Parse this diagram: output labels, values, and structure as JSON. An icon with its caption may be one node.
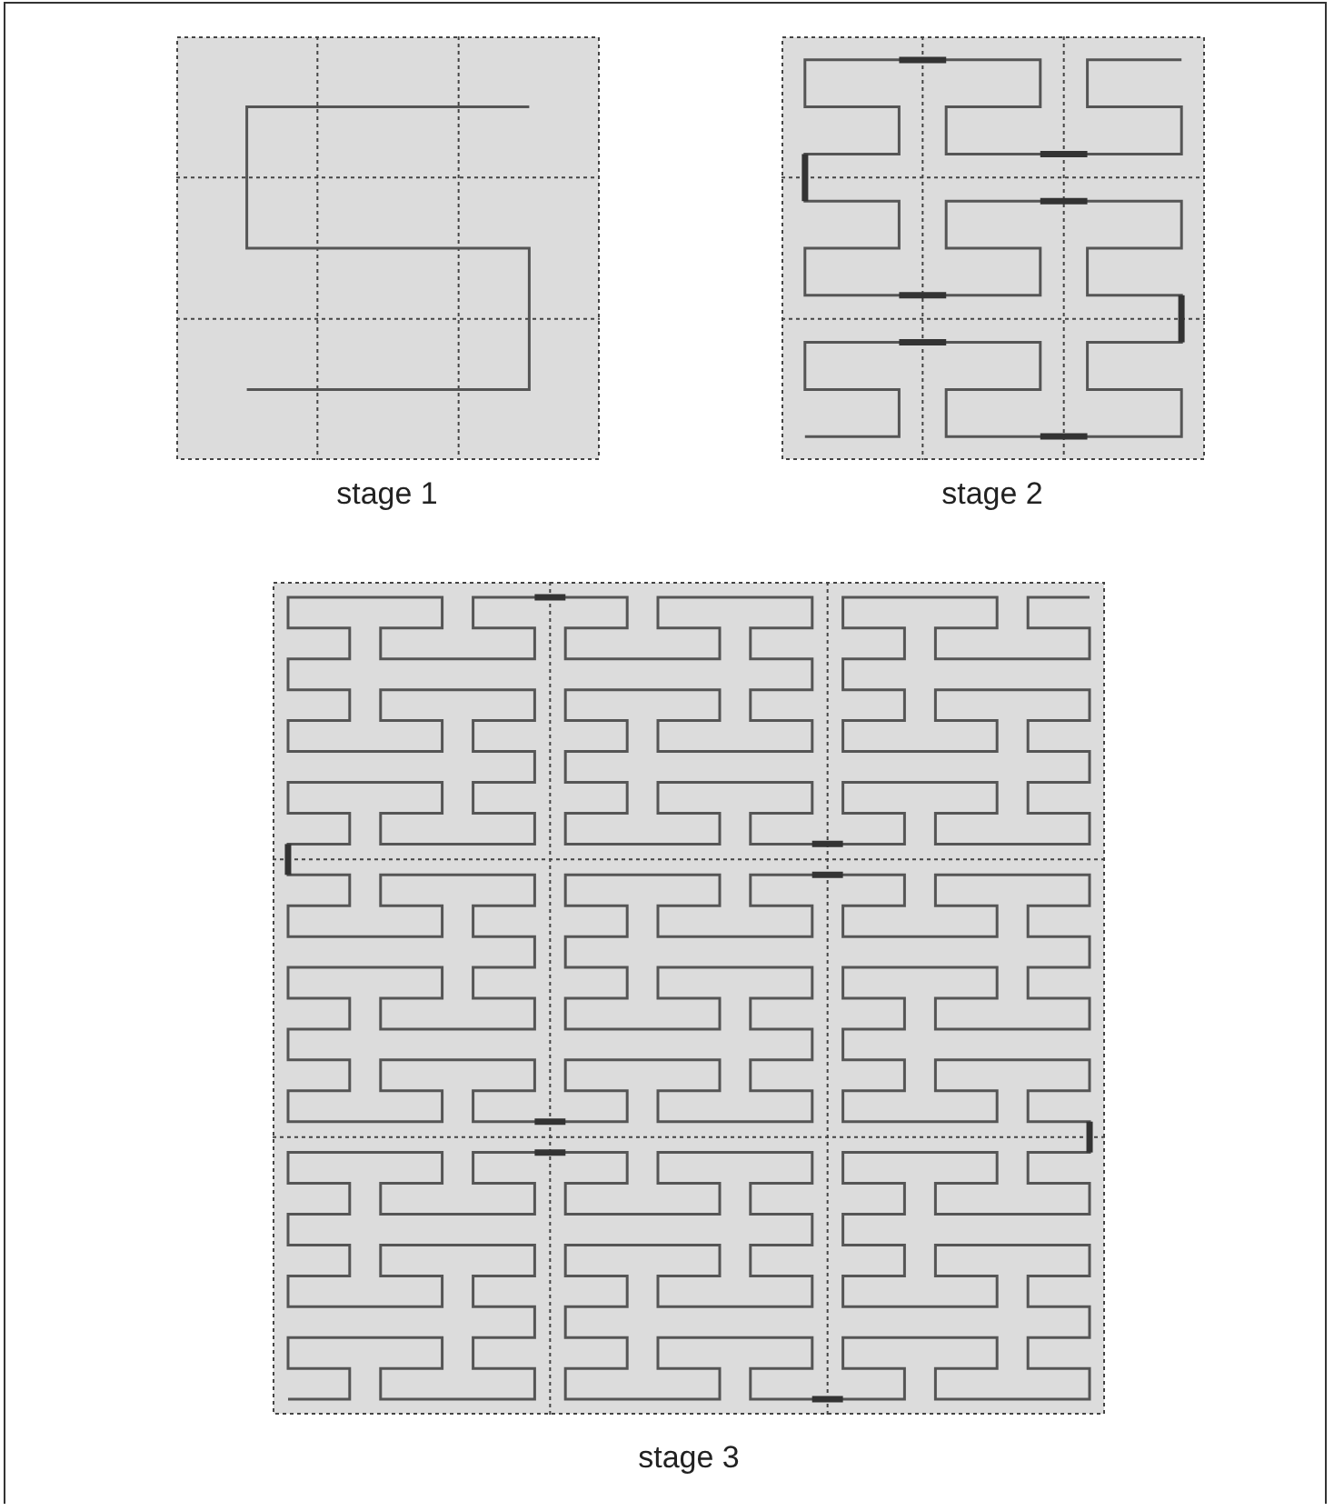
{
  "diagram": {
    "labels": [
      "stage 1",
      "stage 2",
      "stage 3"
    ]
  }
}
